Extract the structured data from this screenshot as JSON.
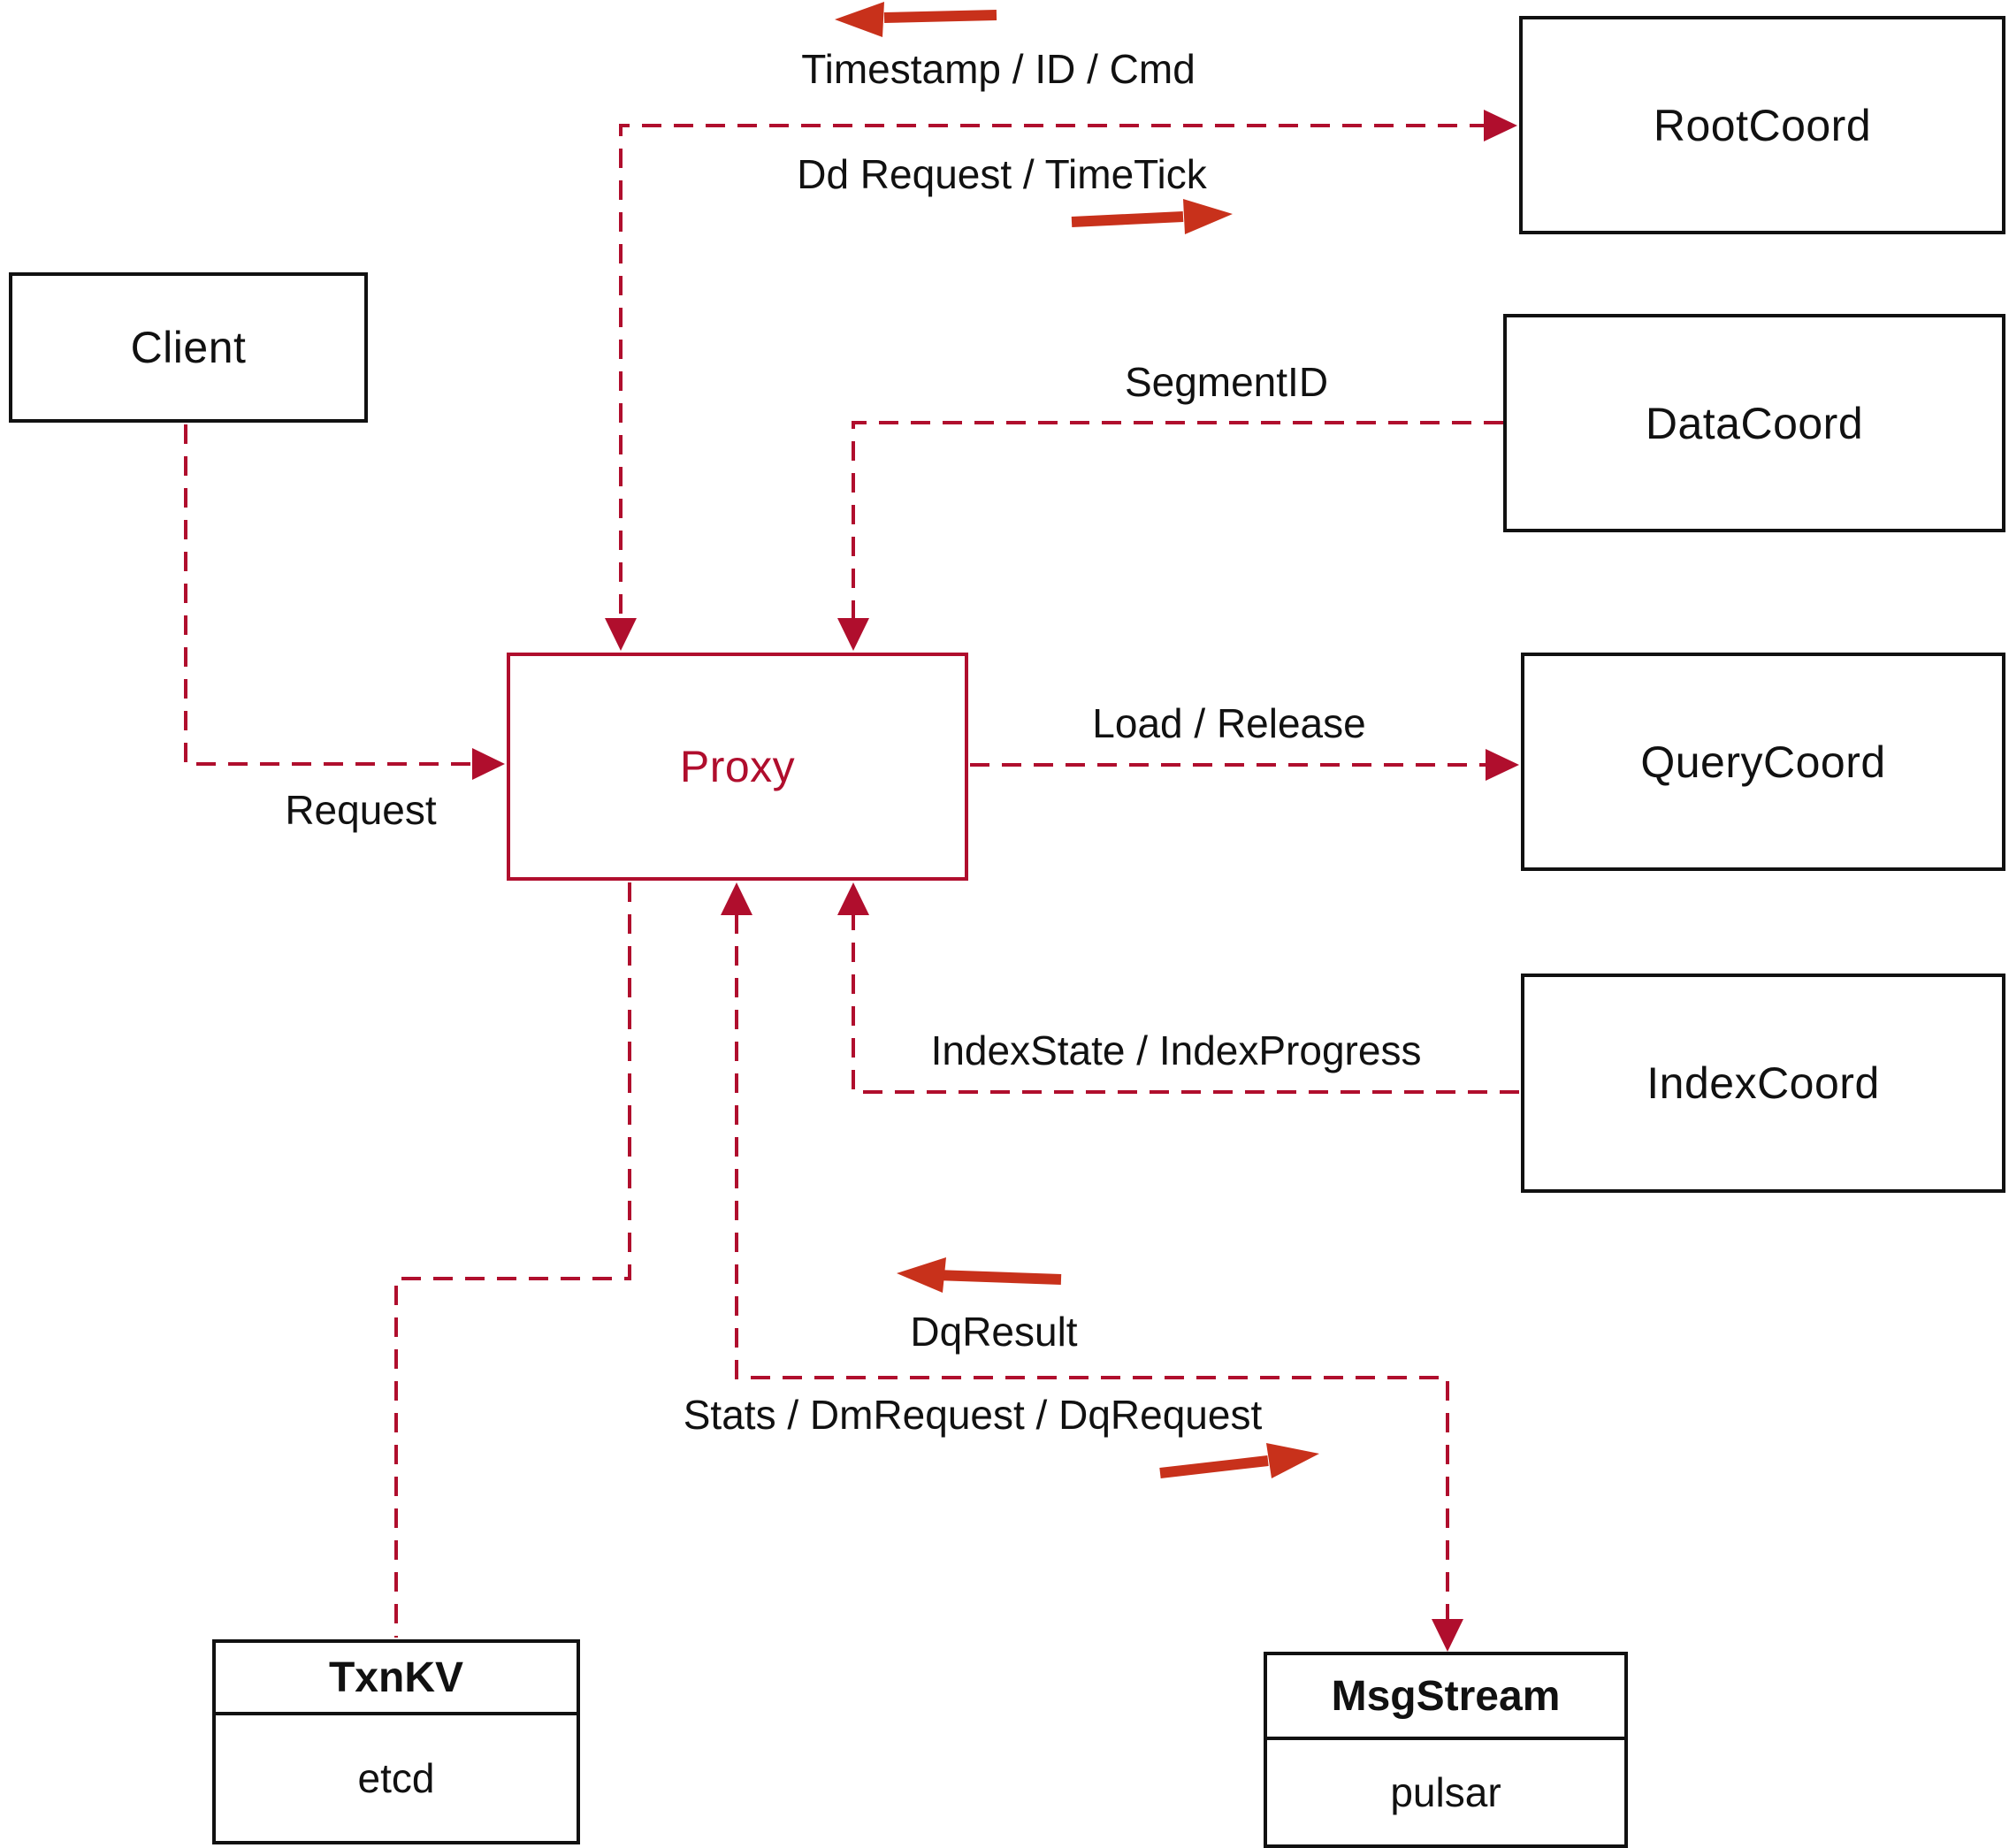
{
  "colors": {
    "dashed_line": "#b00e2d",
    "solid_arrow": "#c8311b",
    "box_border": "#111111",
    "proxy_accent": "#b00e2d"
  },
  "nodes": {
    "client": {
      "label": "Client"
    },
    "rootcoord": {
      "label": "RootCoord"
    },
    "datacoord": {
      "label": "DataCoord"
    },
    "querycoord": {
      "label": "QueryCoord"
    },
    "indexcoord": {
      "label": "IndexCoord"
    },
    "proxy": {
      "label": "Proxy"
    },
    "txnkv": {
      "label": "TxnKV",
      "sublabel": "etcd"
    },
    "msgstream": {
      "label": "MsgStream",
      "sublabel": "pulsar"
    }
  },
  "edges": {
    "root_to_proxy": {
      "from": "RootCoord",
      "to": "Proxy",
      "label": "Timestamp / ID / Cmd",
      "arrow": "left"
    },
    "proxy_to_root": {
      "from": "Proxy",
      "to": "RootCoord",
      "label": "Dd Request / TimeTick",
      "arrow": "right"
    },
    "data_to_proxy": {
      "from": "DataCoord",
      "to": "Proxy",
      "label": "SegmentID",
      "arrow": "down-into-proxy"
    },
    "client_to_proxy": {
      "from": "Client",
      "to": "Proxy",
      "label": "Request",
      "arrow": "right-into-proxy"
    },
    "proxy_to_query": {
      "from": "Proxy",
      "to": "QueryCoord",
      "label": "Load / Release",
      "arrow": "right"
    },
    "index_to_proxy": {
      "from": "IndexCoord",
      "to": "Proxy",
      "label": "IndexState / IndexProgress",
      "arrow": "up-into-proxy"
    },
    "msg_to_proxy": {
      "from": "MsgStream",
      "to": "Proxy",
      "label": "DqResult",
      "arrow": "left"
    },
    "proxy_to_msg": {
      "from": "Proxy",
      "to": "MsgStream",
      "label": "Stats / DmRequest / DqRequest",
      "arrow": "right"
    },
    "proxy_to_txnkv": {
      "from": "Proxy",
      "to": "TxnKV",
      "label": "",
      "arrow": "none"
    }
  }
}
